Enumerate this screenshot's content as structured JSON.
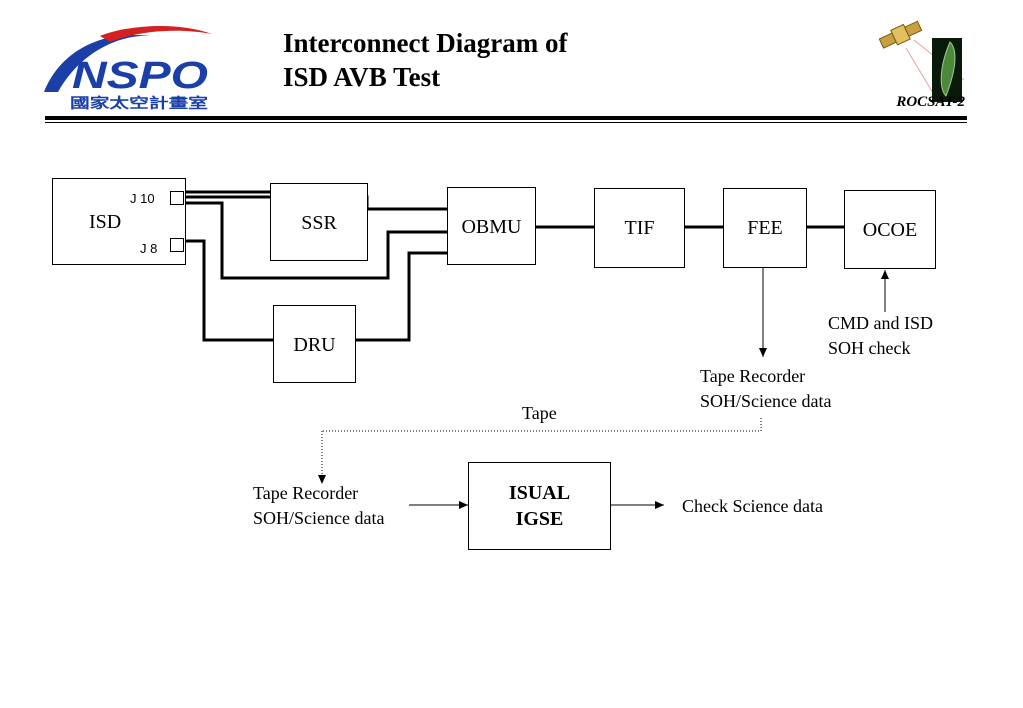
{
  "header": {
    "title_line1": "Interconnect Diagram of",
    "title_line2": "ISD AVB Test",
    "logo_text": "NSPO",
    "logo_subtext": "國家太空計畫室",
    "program": "ROCSAT-2"
  },
  "diagram": {
    "blocks": {
      "isd": "ISD",
      "ssr": "SSR",
      "dru": "DRU",
      "obmu": "OBMU",
      "tif": "TIF",
      "fee": "FEE",
      "ocoe": "OCOE",
      "isual_line1": "ISUAL",
      "isual_line2": "IGSE"
    },
    "ports": {
      "j10": "J 10",
      "j8": "J 8"
    },
    "labels": {
      "cmd_line1": "CMD and ISD",
      "cmd_line2": "SOH check",
      "tape_rec_out_line1": "Tape Recorder",
      "tape_rec_out_line2": "SOH/Science data",
      "tape": "Tape",
      "tape_rec_in_line1": "Tape Recorder",
      "tape_rec_in_line2": "SOH/Science data",
      "check_science": "Check Science data"
    }
  },
  "colors": {
    "logo_blue": "#1a3fa8",
    "logo_red": "#d42020",
    "line": "#000000"
  }
}
